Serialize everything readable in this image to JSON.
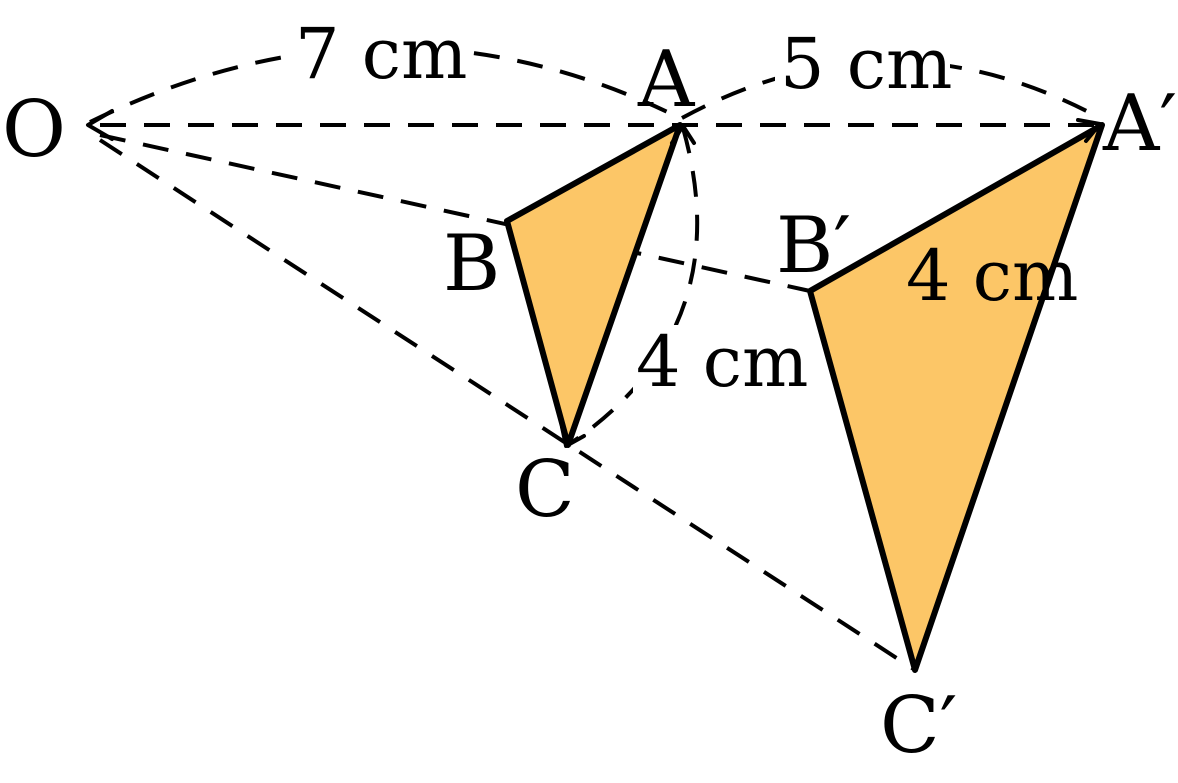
{
  "colors": {
    "fill": "#FCC667",
    "stroke": "#000000",
    "background": "#FFFFFF"
  },
  "points": {
    "O": "O",
    "A": "A",
    "B": "B",
    "C": "C",
    "A_prime": "A′",
    "B_prime": "B′",
    "C_prime": "C′"
  },
  "measurements": {
    "OA": "7 cm",
    "AA_prime": "5 cm",
    "BB_prime": "4 cm",
    "AC": "4 cm"
  }
}
